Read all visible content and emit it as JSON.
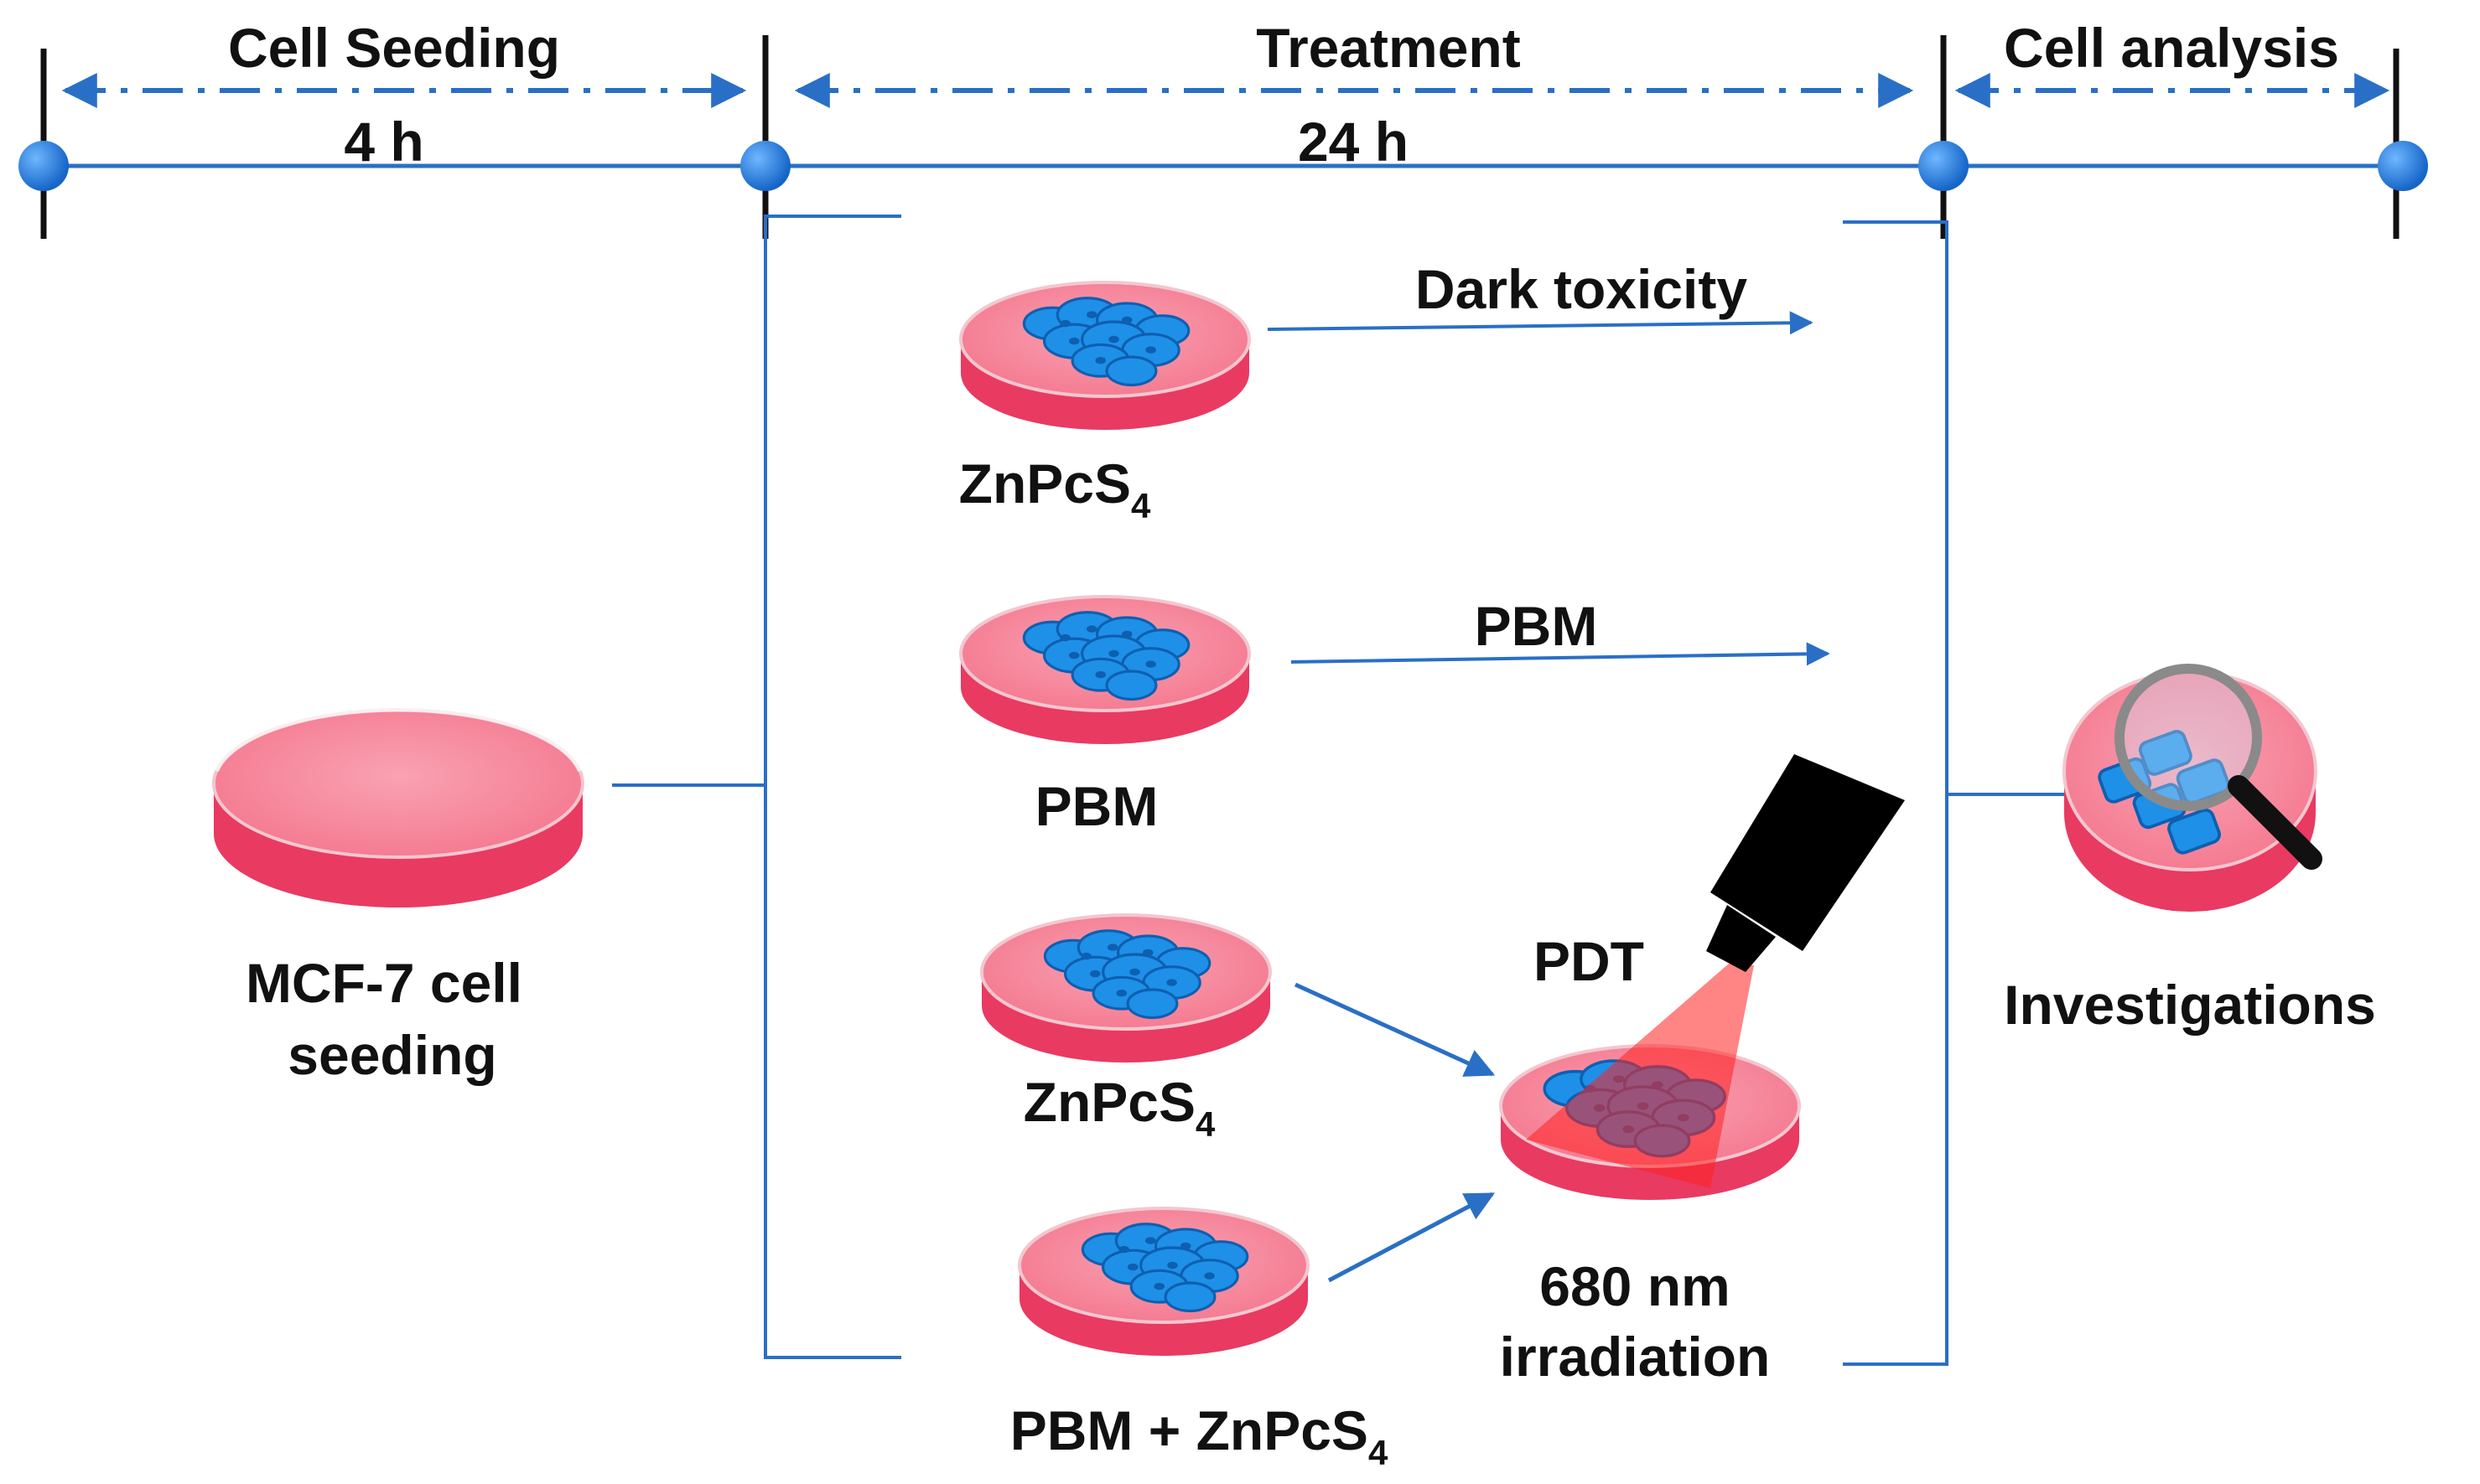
{
  "timeline": {
    "phases": [
      {
        "label": "Cell Seeding",
        "duration": "4 h"
      },
      {
        "label": "Treatment",
        "duration": "24 h"
      },
      {
        "label": "Cell analysis",
        "duration": ""
      }
    ]
  },
  "seeding": {
    "line1": "MCF-7 cell",
    "line2": "seeding"
  },
  "groups": [
    {
      "name": "ZnPcS",
      "subscript": "4",
      "arrow_label": "Dark toxicity"
    },
    {
      "name": "PBM",
      "arrow_label": "PBM"
    },
    {
      "name": "ZnPcS",
      "subscript": "4"
    },
    {
      "name": "PBM + ZnPcS",
      "subscript": "4"
    }
  ],
  "pdt": {
    "label": "PDT",
    "line1": "680 nm",
    "line2": "irradiation"
  },
  "analysis": {
    "label": "Investigations"
  },
  "colors": {
    "timeline": "#2a6fc6",
    "dish_top": "#f7889c",
    "dish_rim": "#e93a62",
    "cells": "#1e90e8",
    "laser": "#ff2020",
    "device": "#000000"
  },
  "icons": [
    "petri-dish",
    "cell-cluster",
    "magnifier",
    "laser-device"
  ]
}
